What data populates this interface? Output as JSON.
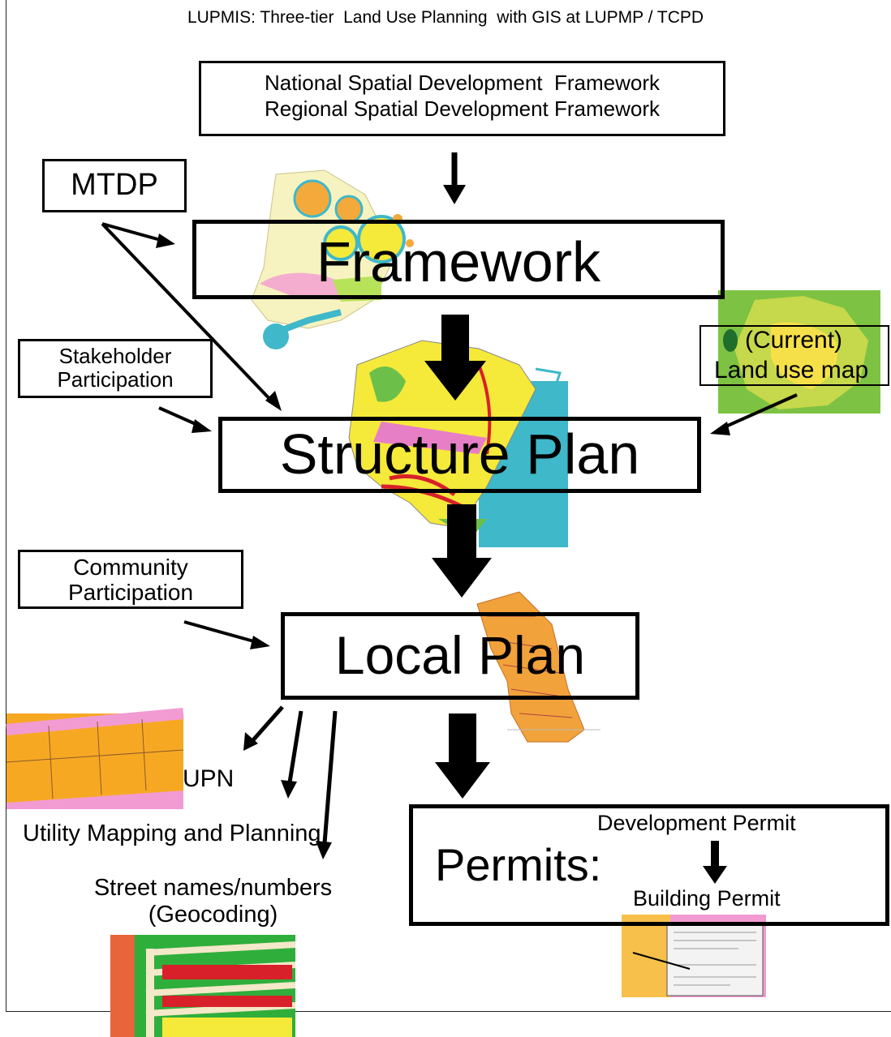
{
  "title": "LUPMIS: Three-tier  Land Use Planning  with GIS at LUPMP / TCPD",
  "frameworks_box": {
    "line1": "National Spatial Development  Framework",
    "line2": "Regional Spatial Development Framework"
  },
  "tiers": {
    "framework": "Framework",
    "structure_plan": "Structure Plan",
    "local_plan": "Local Plan"
  },
  "inputs": {
    "mtdp": "MTDP",
    "stakeholder_line1": "Stakeholder",
    "stakeholder_line2": "Participation",
    "community_line1": "Community",
    "community_line2": "Participation",
    "landuse_line1": "(Current)",
    "landuse_line2": "Land use map"
  },
  "outputs": {
    "upn": "UPN",
    "utility": "Utility Mapping and Planning",
    "street_line1": "Street names/numbers",
    "street_line2": "(Geocoding)"
  },
  "permits": {
    "label": "Permits:",
    "development": "Development Permit",
    "building": "Building Permit"
  },
  "colors": {
    "map_yellow": "#f5e93a",
    "map_orange": "#f4a93b",
    "map_green": "#6cc04a",
    "map_cyan": "#3fb8c9",
    "map_red": "#d8202a",
    "map_pink": "#f29bd2",
    "parcel_orange": "#f7a823",
    "street_green": "#2fae3c"
  }
}
